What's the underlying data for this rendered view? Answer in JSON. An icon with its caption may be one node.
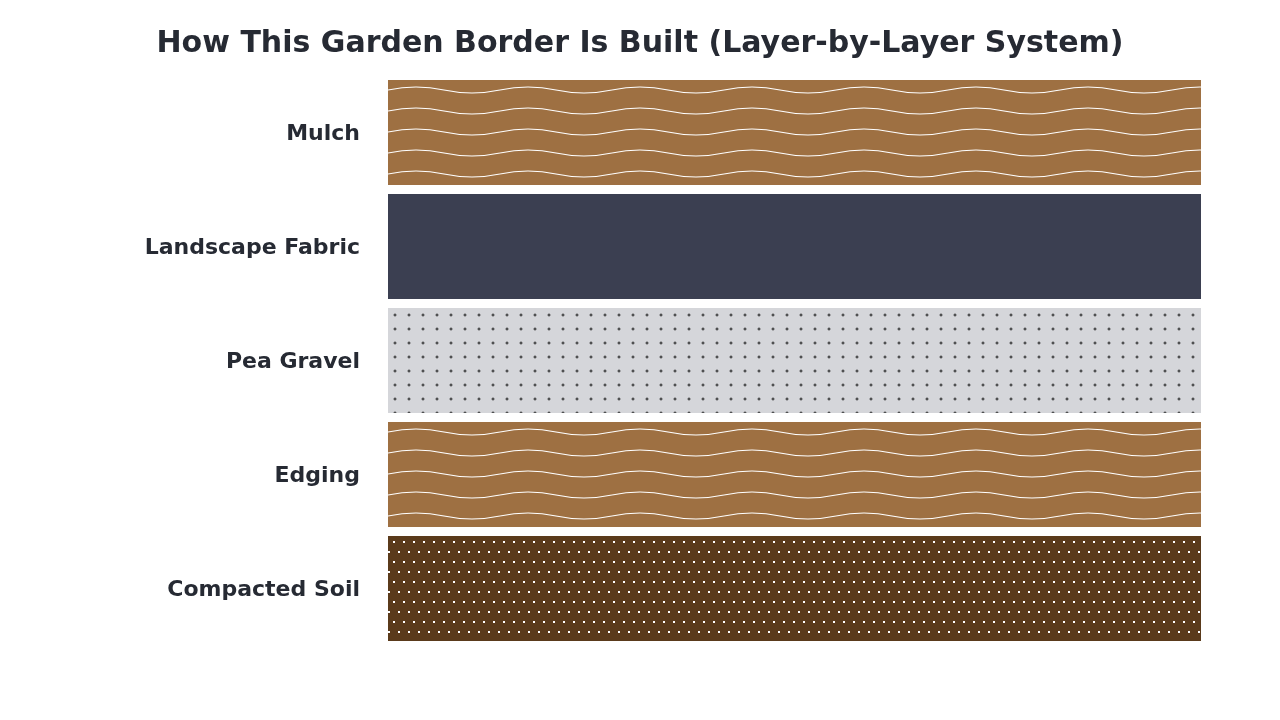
{
  "diagram": {
    "title": "How This Garden Border Is Built (Layer-by-Layer System)",
    "nodes": [
      {
        "text": [
          "Mulch"
        ]
      },
      {
        "text": [
          "Landscape Fabric"
        ]
      },
      {
        "text": [
          "Pea Gravel"
        ]
      },
      {
        "text": [
          "Edging"
        ]
      },
      {
        "text": [
          "Compacted Soil"
        ]
      }
    ]
  }
}
